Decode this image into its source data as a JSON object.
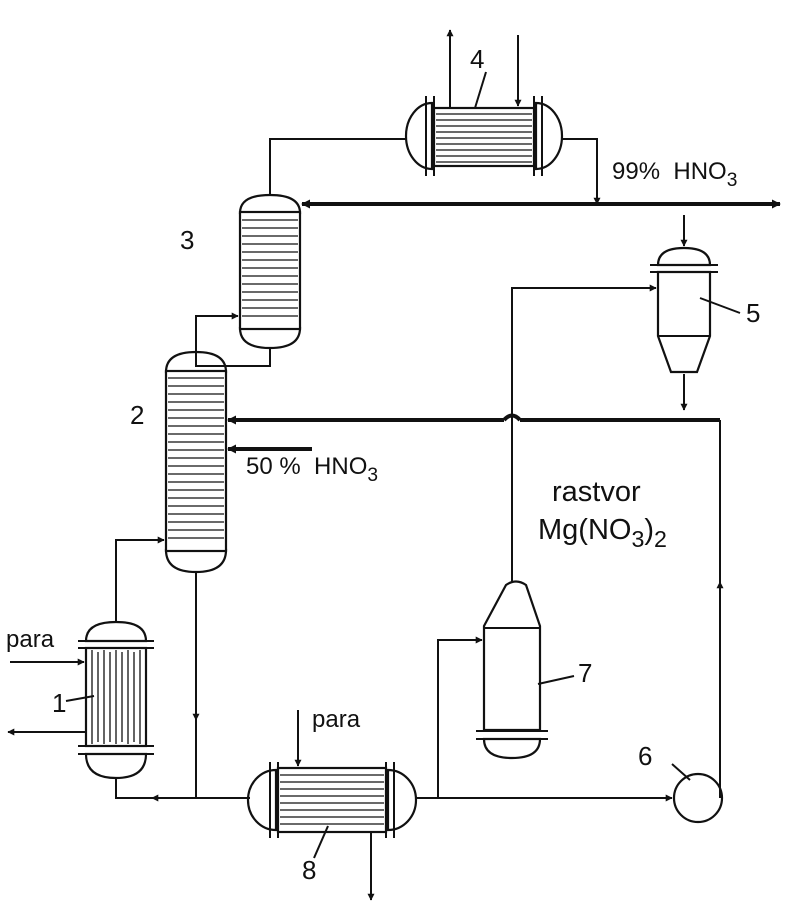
{
  "units": {
    "u1": "1",
    "u2": "2",
    "u3": "3",
    "u4": "4",
    "u5": "5",
    "u6": "6",
    "u7": "7",
    "u8": "8"
  },
  "streams": {
    "product_99": {
      "pct": "99%",
      "formula": "HNO",
      "sub": "3"
    },
    "feed_50": {
      "pct": "50 %",
      "formula": "HNO",
      "sub": "3"
    },
    "steam_1": "para",
    "steam_8": "para",
    "solution_line1": "rastvor",
    "solution_line2": {
      "a": "Mg(NO",
      "sub1": "3",
      "b": ")",
      "sub2": "2"
    }
  }
}
